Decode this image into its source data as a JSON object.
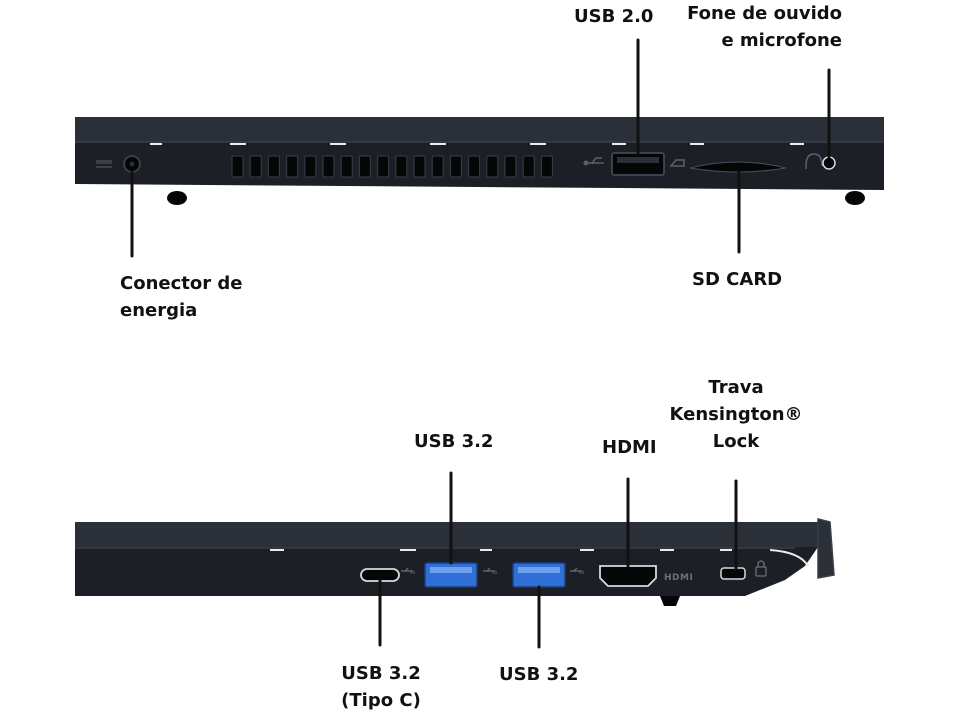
{
  "colors": {
    "chassis": "#1c1f25",
    "chassis_top": "#2b3038",
    "chassis_edge": "#3a404a",
    "highlight": "#e9ecef",
    "usb3_blue": "#2f6fd6",
    "port_black": "#050607",
    "leader_line": "#111111",
    "text": "#111111"
  },
  "left_side_view": {
    "labels": {
      "power": [
        "Conector de",
        "energia"
      ],
      "usb20": [
        "USB 2.0"
      ],
      "headphone": [
        "Fone de ouvido",
        "e microfone"
      ],
      "sdcard": [
        "SD CARD"
      ]
    },
    "icons": [
      "power-icon",
      "usb-icon",
      "sd-card-icon",
      "headset-icon"
    ]
  },
  "right_side_view": {
    "labels": {
      "usb32_top": [
        "USB 3.2"
      ],
      "hdmi": [
        "HDMI"
      ],
      "kensington": [
        "Trava",
        "Kensington®",
        "Lock"
      ],
      "usbc": [
        "USB 3.2",
        "(Tipo C)"
      ],
      "usb32_bottom": [
        "USB 3.2"
      ]
    },
    "port_markings": {
      "hdmi": "HDMI"
    },
    "icons": [
      "usb-ss-icon",
      "usb-ss-icon",
      "usb-ss-icon",
      "hdmi-icon",
      "lock-icon"
    ]
  }
}
